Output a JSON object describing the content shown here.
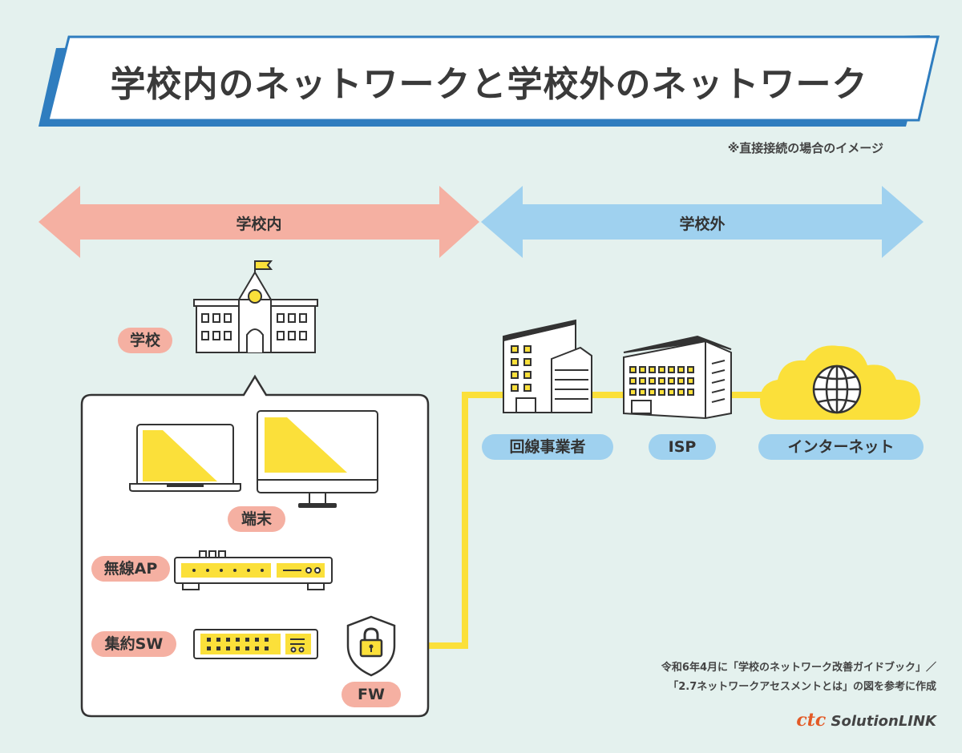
{
  "title": "学校内のネットワークと学校外のネットワーク",
  "note": "※直接接続の場合のイメージ",
  "arrows": {
    "inside_label": "学校内",
    "outside_label": "学校外"
  },
  "labels": {
    "school": "学校",
    "terminal": "端末",
    "wireless_ap": "無線AP",
    "aggregation_sw": "集約SW",
    "firewall": "FW",
    "carrier": "回線事業者",
    "isp": "ISP",
    "internet": "インターネット"
  },
  "credit": {
    "line1": "令和6年4月に「学校のネットワーク改善ガイドブック」／",
    "line2": "「2.7ネットワークアセスメントとは」の図を参考に作成"
  },
  "brand": {
    "mark": "ctc",
    "name": "SolutionLINK"
  },
  "colors": {
    "background": "#e4f1ee",
    "inside_arrow": "#f5b0a2",
    "outside_arrow": "#9fd1ef",
    "line": "#fbe03a",
    "banner_accent": "#2f7dbf"
  }
}
